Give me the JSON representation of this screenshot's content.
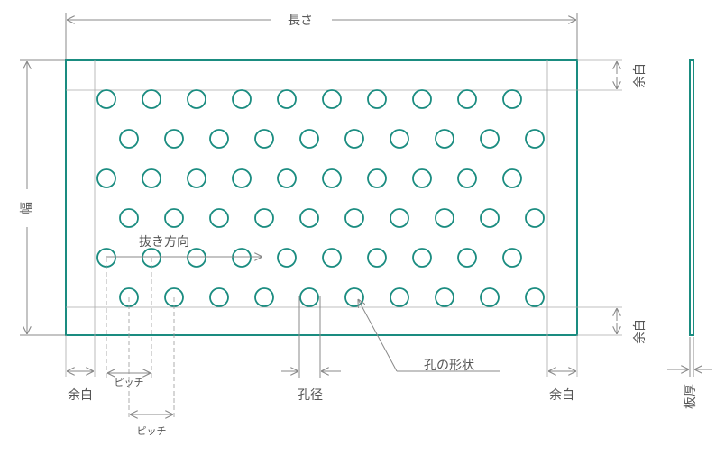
{
  "labels": {
    "length": "長さ",
    "width": "幅",
    "margin_top": "余白",
    "margin_bottom": "余白",
    "margin_left": "余白",
    "margin_right": "余白",
    "pitch_1": "ピッチ",
    "pitch_2": "ピッチ",
    "hole_diameter": "孔径",
    "hole_shape": "孔の形状",
    "punch_direction": "抜き方向",
    "thickness": "板厚"
  },
  "layout": {
    "rows": 6,
    "holes_per_row": 10
  },
  "colors": {
    "plate": "#1a8c80",
    "dimension": "#888888",
    "text": "#555555",
    "background": "#ffffff"
  }
}
